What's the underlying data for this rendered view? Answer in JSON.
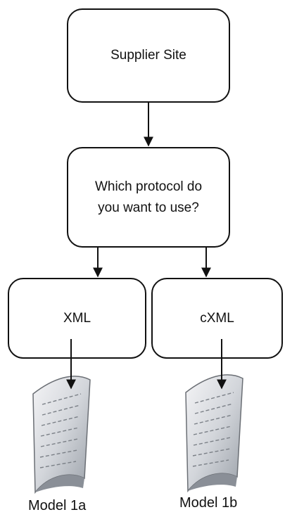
{
  "diagram": {
    "nodes": {
      "supplier_site": "Supplier Site",
      "protocol_question": "Which protocol do\nyou want to use?",
      "xml": "XML",
      "cxml": "cXML"
    },
    "documents": {
      "model_1a": "Model 1a",
      "model_1b": "Model 1b"
    },
    "edges": [
      [
        "supplier_site",
        "protocol_question"
      ],
      [
        "protocol_question",
        "xml"
      ],
      [
        "protocol_question",
        "cxml"
      ],
      [
        "xml",
        "model_1a"
      ],
      [
        "cxml",
        "model_1b"
      ]
    ]
  }
}
